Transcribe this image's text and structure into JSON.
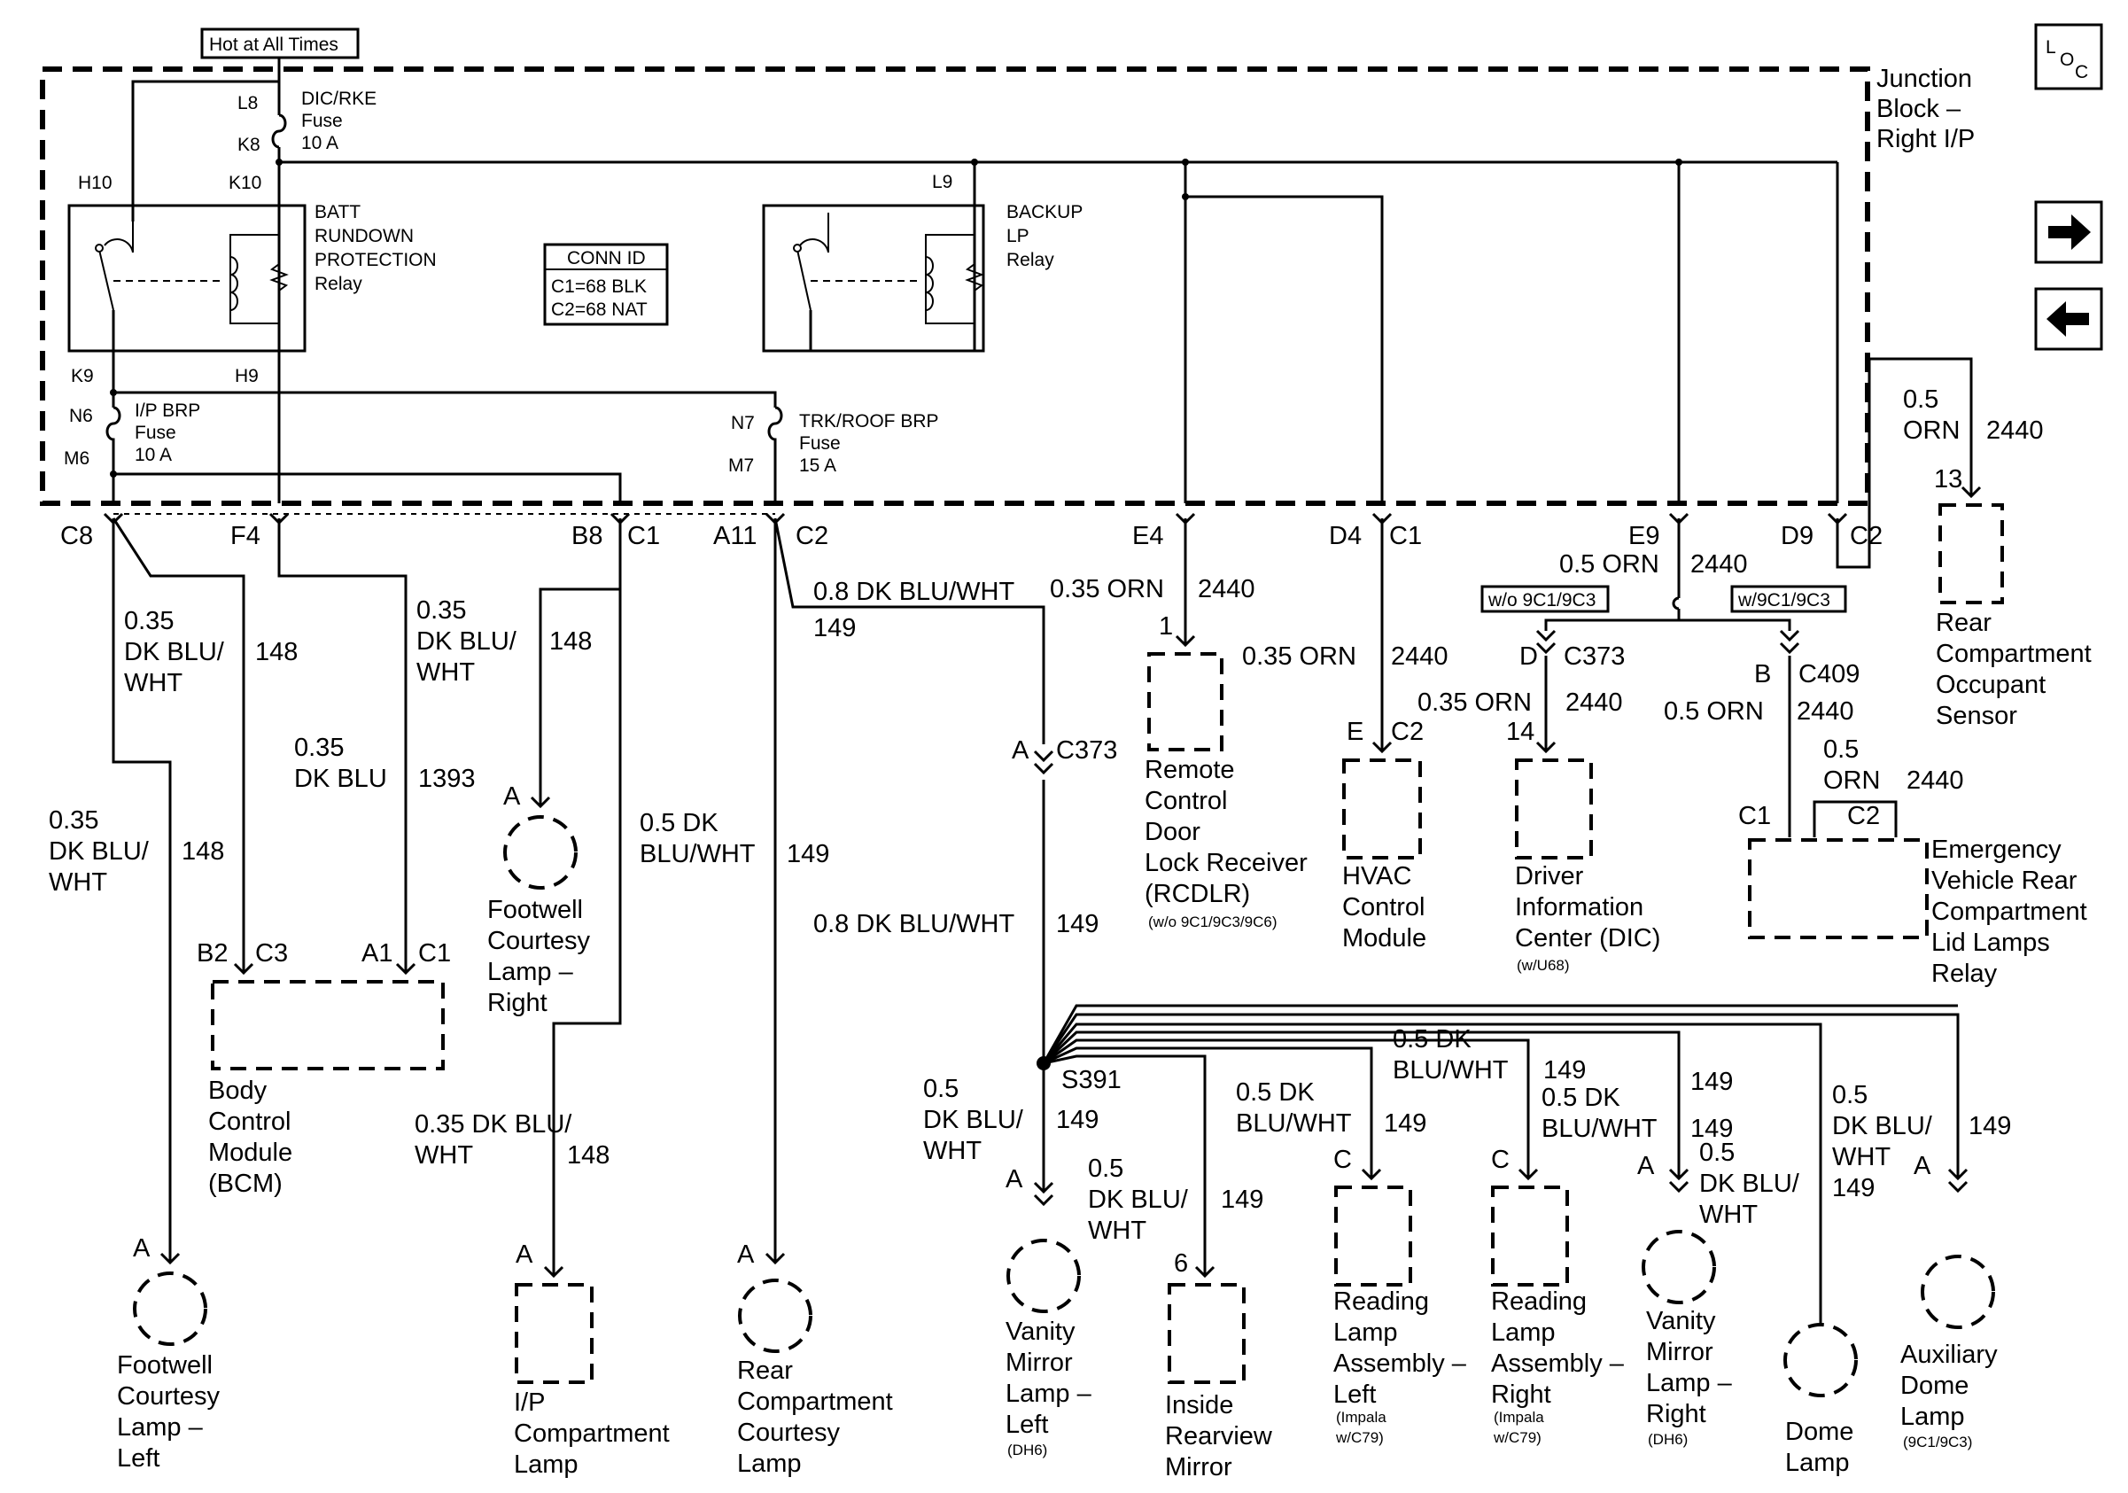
{
  "junction_block": {
    "hot_label": "Hot at All Times",
    "name_lines": [
      "Junction",
      "Block –",
      "Right I/P"
    ]
  },
  "nav": {
    "loc_icon": "location-icon",
    "next_icon": "arrow-right-icon",
    "prev_icon": "arrow-left-icon",
    "loc_L": "L",
    "loc_O": "O",
    "loc_C": "C"
  },
  "fuses": {
    "dic_rke": {
      "pin_top": "L8",
      "pin_bottom": "K8",
      "lines": [
        "DIC/RKE",
        "Fuse",
        "10 A"
      ]
    },
    "ip_brp": {
      "pin_top": "N6",
      "pin_bottom": "M6",
      "lines": [
        "I/P BRP",
        "Fuse",
        "10 A"
      ]
    },
    "trk_roof_brp": {
      "pin_top": "N7",
      "pin_bottom": "M7",
      "lines": [
        "TRK/ROOF BRP",
        "Fuse",
        "15 A"
      ]
    }
  },
  "relays": {
    "batt_rundown": {
      "lines": [
        "BATT",
        "RUNDOWN",
        "PROTECTION",
        "Relay"
      ],
      "pins": [
        "H10",
        "K10",
        "K9",
        "H9"
      ]
    },
    "backup_lp": {
      "lines": [
        "BACKUP",
        "LP",
        "Relay"
      ],
      "pin_top": "L9"
    }
  },
  "conn_id": {
    "title": "CONN ID",
    "rows": [
      "C1=68 BLK",
      "C2=68 NAT"
    ]
  },
  "junction_pins": {
    "c8": "C8",
    "f4": "F4",
    "b8": "B8",
    "c1a": "C1",
    "a11": "A11",
    "c2a": "C2",
    "e4": "E4",
    "d4": "D4",
    "c1b": "C1",
    "e9": "E9",
    "d9": "D9",
    "c2b": "C2"
  },
  "wires": {
    "w148_left": {
      "gauge_lines": [
        "0.35",
        "DK BLU/",
        "WHT"
      ],
      "circuit": "148"
    },
    "w148_mid": {
      "gauge_lines": [
        "0.35",
        "DK BLU/",
        "WHT"
      ],
      "circuit": "148"
    },
    "w148_far": {
      "gauge_lines": [
        "0.35",
        "DK BLU/",
        "WHT"
      ],
      "circuit": "148"
    },
    "w1393": {
      "gauge_lines": [
        "0.35",
        "DK BLU"
      ],
      "circuit": "1393"
    },
    "w148_right": {
      "gauge_lines": [
        "0.35 DK BLU/",
        "WHT"
      ],
      "circuit": "148"
    },
    "w148_top": {
      "circuit": "148"
    },
    "w149_rear": {
      "gauge_lines": [
        "0.5 DK",
        "BLU/WHT"
      ],
      "circuit": "149"
    },
    "w149_top": {
      "gauge": "0.8 DK BLU/WHT",
      "circuit": "149"
    },
    "w149_mid": {
      "gauge": "0.8 DK BLU/WHT",
      "circuit": "149"
    },
    "w2440_e4": {
      "gauge": "0.35 ORN",
      "circuit": "2440"
    },
    "w2440_d4": {
      "gauge": "0.35 ORN",
      "circuit": "2440"
    },
    "w2440_e9": {
      "gauge": "0.5 ORN",
      "circuit": "2440"
    },
    "w2440_dic": {
      "gauge": "0.35 ORN",
      "circuit": "2440"
    },
    "w2440_c409": {
      "gauge": "0.5 ORN",
      "circuit": "2440"
    },
    "w2440_relay": {
      "gauge_lines": [
        "0.5",
        "ORN"
      ],
      "circuit": "2440"
    },
    "w2440_d9": {
      "gauge_lines": [
        "0.5",
        "ORN"
      ],
      "circuit": "2440"
    },
    "w149_vanity_l": {
      "gauge_lines": [
        "0.5",
        "DK BLU/",
        "WHT"
      ],
      "circuit": "149"
    },
    "w149_mirror": {
      "gauge_lines": [
        "0.5",
        "DK BLU/",
        "WHT"
      ],
      "circuit": "149"
    },
    "w149_read_l": {
      "gauge_lines": [
        "0.5 DK",
        "BLU/WHT"
      ],
      "circuit": "149"
    },
    "w149_read_r_top": {
      "gauge_lines": [
        "0.5 DK",
        "BLU/WHT"
      ],
      "circuit": "149"
    },
    "w149_read_r": {
      "gauge_lines": [
        "0.5 DK",
        "BLU/WHT"
      ],
      "circuit": "149"
    },
    "w149_vanity_r": {
      "gauge_lines": [
        "0.5",
        "DK BLU/",
        "WHT"
      ],
      "circuit": "149"
    },
    "w149_dome": {
      "gauge_lines": [
        "0.5",
        "DK BLU/",
        "WHT"
      ],
      "circuit": "149"
    },
    "w149_aux": {
      "circuit": "149"
    }
  },
  "splice": {
    "name": "S391"
  },
  "connectors": {
    "c373_a": {
      "pin": "A",
      "name": "C373"
    },
    "c373_d": {
      "pin": "D",
      "name": "C373"
    },
    "c409_b": {
      "pin": "B",
      "name": "C409"
    },
    "option_wo": "w/o 9C1/9C3",
    "option_w": "w/9C1/9C3"
  },
  "components": {
    "footwell_left": {
      "pin": "A",
      "lines": [
        "Footwell",
        "Courtesy",
        "Lamp –",
        "Left"
      ]
    },
    "bcm": {
      "pins": [
        "B2",
        "C3",
        "A1",
        "C1"
      ],
      "lines": [
        "Body",
        "Control",
        "Module",
        "(BCM)"
      ]
    },
    "footwell_right": {
      "pin": "A",
      "lines": [
        "Footwell",
        "Courtesy",
        "Lamp –",
        "Right"
      ]
    },
    "ip_compartment": {
      "pin": "A",
      "lines": [
        "I/P",
        "Compartment",
        "Lamp"
      ]
    },
    "rear_courtesy": {
      "pin": "A",
      "lines": [
        "Rear",
        "Compartment",
        "Courtesy",
        "Lamp"
      ]
    },
    "rcdlr": {
      "pin": "1",
      "lines": [
        "Remote",
        "Control",
        "Door",
        "Lock Receiver",
        "(RCDLR)"
      ],
      "note": "(w/o 9C1/9C3/9C6)"
    },
    "hvac": {
      "pin": "E",
      "conn": "C2",
      "lines": [
        "HVAC",
        "Control",
        "Module"
      ]
    },
    "dic": {
      "pin": "14",
      "lines": [
        "Driver",
        "Information",
        "Center (DIC)"
      ],
      "note": "(w/U68)"
    },
    "rear_occupant": {
      "pin": "13",
      "lines": [
        "Rear",
        "Compartment",
        "Occupant",
        "Sensor"
      ]
    },
    "emergency_relay": {
      "pins": [
        "C1",
        "C2"
      ],
      "lines": [
        "Emergency",
        "Vehicle Rear",
        "Compartment",
        "Lid Lamps",
        "Relay"
      ]
    },
    "vanity_left": {
      "pin": "A",
      "lines": [
        "Vanity",
        "Mirror",
        "Lamp –",
        "Left"
      ],
      "note": "(DH6)"
    },
    "inside_mirror": {
      "pin": "6",
      "lines": [
        "Inside",
        "Rearview",
        "Mirror"
      ]
    },
    "reading_left": {
      "pin": "C",
      "lines": [
        "Reading",
        "Lamp",
        "Assembly –",
        "Left"
      ],
      "notes": [
        "(Impala",
        "w/C79)"
      ]
    },
    "reading_right": {
      "pin": "C",
      "lines": [
        "Reading",
        "Lamp",
        "Assembly –",
        "Right"
      ],
      "notes": [
        "(Impala",
        "w/C79)"
      ]
    },
    "vanity_right": {
      "pin": "A",
      "lines": [
        "Vanity",
        "Mirror",
        "Lamp –",
        "Right"
      ],
      "note": "(DH6)"
    },
    "dome": {
      "lines": [
        "Dome",
        "Lamp"
      ]
    },
    "aux_dome": {
      "pin": "A",
      "lines": [
        "Auxiliary",
        "Dome",
        "Lamp"
      ],
      "note": "(9C1/9C3)"
    }
  }
}
